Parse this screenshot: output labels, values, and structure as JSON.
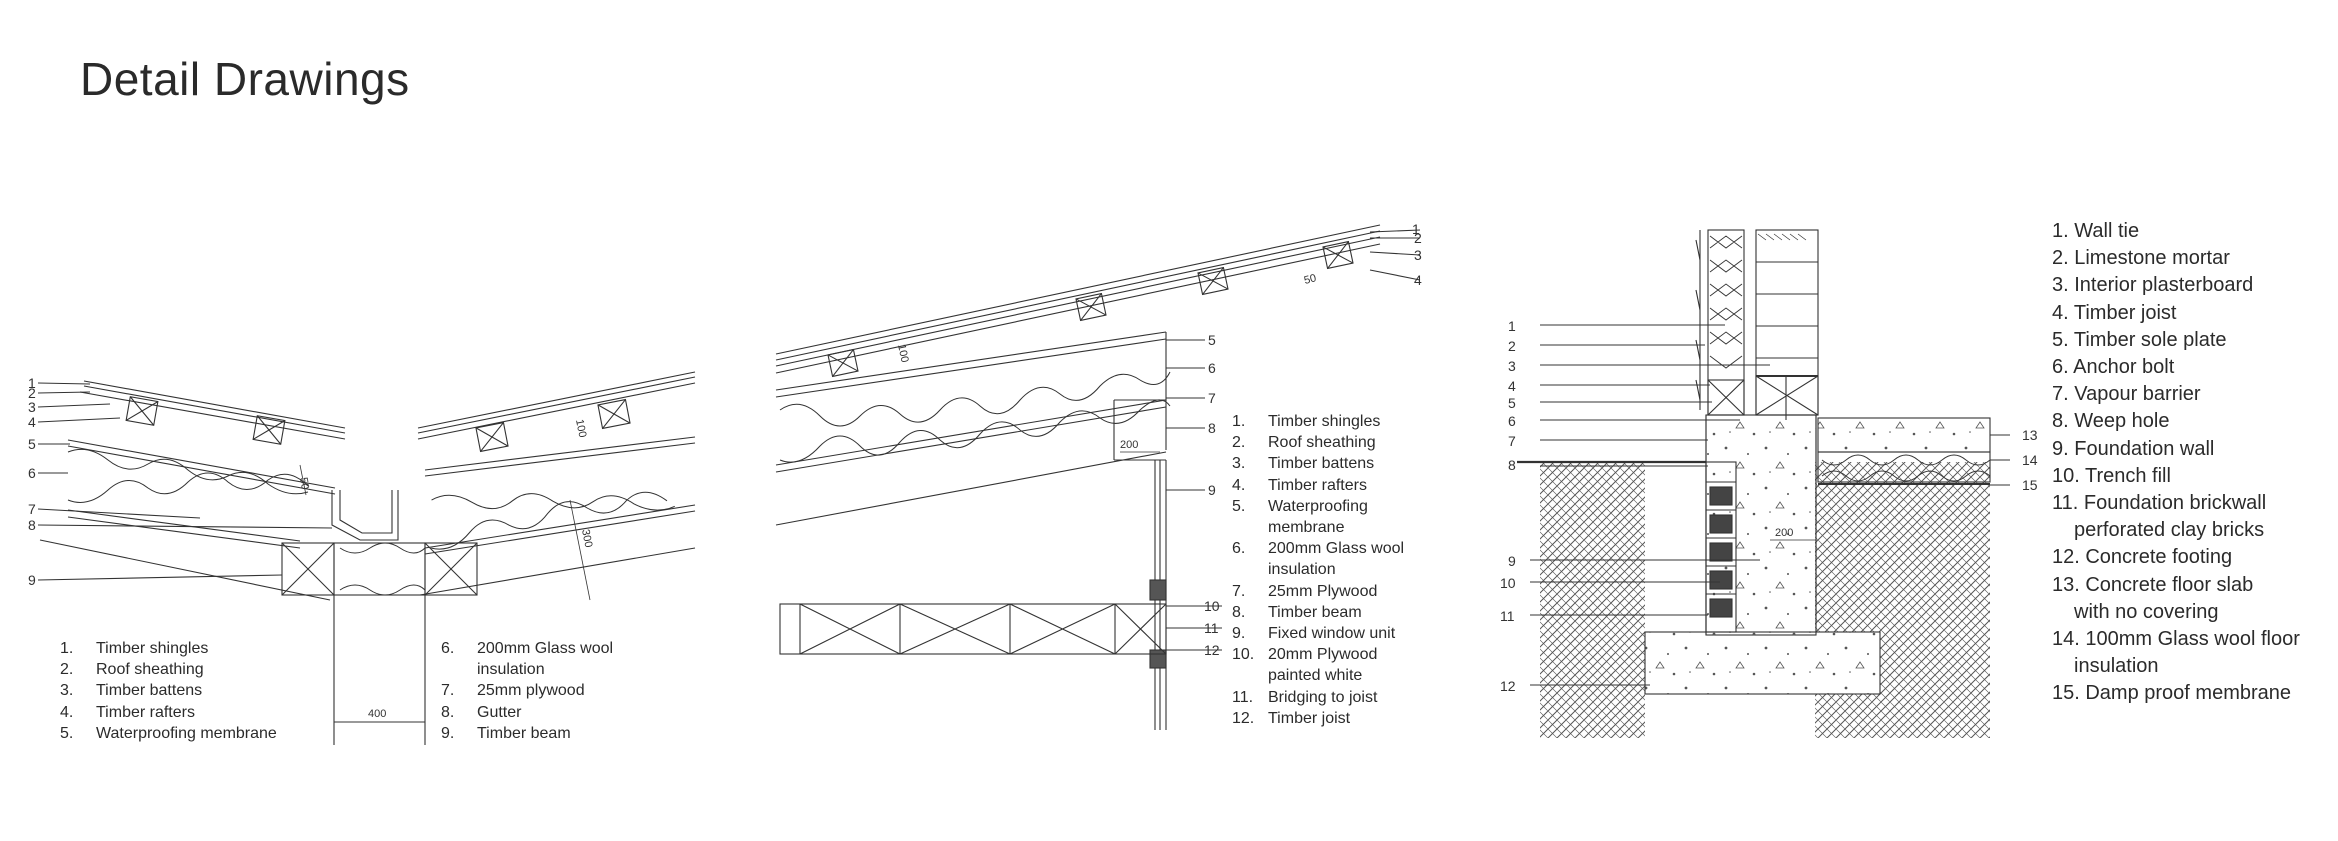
{
  "title": "Detail Drawings",
  "detail1": {
    "callouts": [
      "1",
      "2",
      "3",
      "4",
      "5",
      "6",
      "7",
      "8",
      "9"
    ],
    "dims": [
      "50",
      "100",
      "300",
      "400"
    ],
    "legend_col1": [
      {
        "num": "1.",
        "text": "Timber shingles"
      },
      {
        "num": "2.",
        "text": "Roof sheathing"
      },
      {
        "num": "3.",
        "text": "Timber battens"
      },
      {
        "num": "4.",
        "text": "Timber rafters"
      },
      {
        "num": "5.",
        "text": "Waterproofing membrane"
      }
    ],
    "legend_col2": [
      {
        "num": "6.",
        "text": "200mm Glass wool",
        "cont": "insulation"
      },
      {
        "num": "7.",
        "text": "25mm plywood"
      },
      {
        "num": "8.",
        "text": "Gutter"
      },
      {
        "num": "9.",
        "text": "Timber beam"
      }
    ]
  },
  "detail2": {
    "callouts": [
      "1",
      "2",
      "3",
      "4",
      "5",
      "6",
      "7",
      "8",
      "9",
      "10",
      "11",
      "12"
    ],
    "dims": [
      "100",
      "50",
      "200"
    ],
    "legend": [
      {
        "num": "1.",
        "text": "Timber shingles"
      },
      {
        "num": "2.",
        "text": "Roof sheathing"
      },
      {
        "num": "3.",
        "text": "Timber battens"
      },
      {
        "num": "4.",
        "text": "Timber rafters"
      },
      {
        "num": "5.",
        "text": "Waterproofing",
        "cont": "membrane"
      },
      {
        "num": "6.",
        "text": "200mm Glass wool",
        "cont": "insulation"
      },
      {
        "num": "7.",
        "text": "25mm Plywood"
      },
      {
        "num": "8.",
        "text": "Timber beam"
      },
      {
        "num": "9.",
        "text": "Fixed window unit"
      },
      {
        "num": "10.",
        "text": "20mm Plywood",
        "cont": "painted white"
      },
      {
        "num": "11.",
        "text": "Bridging to joist"
      },
      {
        "num": "12.",
        "text": "Timber joist"
      }
    ]
  },
  "detail3": {
    "callouts_left": [
      "1",
      "2",
      "3",
      "4",
      "5",
      "6",
      "7",
      "8",
      "9",
      "10",
      "11",
      "12"
    ],
    "callouts_right": [
      "13",
      "14",
      "15"
    ],
    "dims": [
      "200"
    ],
    "legend": [
      {
        "text": "1. Wall tie"
      },
      {
        "text": "2. Limestone mortar"
      },
      {
        "text": "3. Interior plasterboard"
      },
      {
        "text": "4. Timber joist"
      },
      {
        "text": "5. Timber sole plate"
      },
      {
        "text": "6. Anchor bolt"
      },
      {
        "text": "7. Vapour barrier"
      },
      {
        "text": "8. Weep hole"
      },
      {
        "text": "9. Foundation wall"
      },
      {
        "text": "10. Trench fill"
      },
      {
        "text": "11. Foundation brickwall",
        "cont": "perforated clay bricks"
      },
      {
        "text": "12. Concrete footing"
      },
      {
        "text": "13. Concrete floor slab",
        "cont": "with no covering"
      },
      {
        "text": "14. 100mm Glass wool floor",
        "cont": "insulation"
      },
      {
        "text": "15. Damp proof membrane"
      }
    ]
  }
}
